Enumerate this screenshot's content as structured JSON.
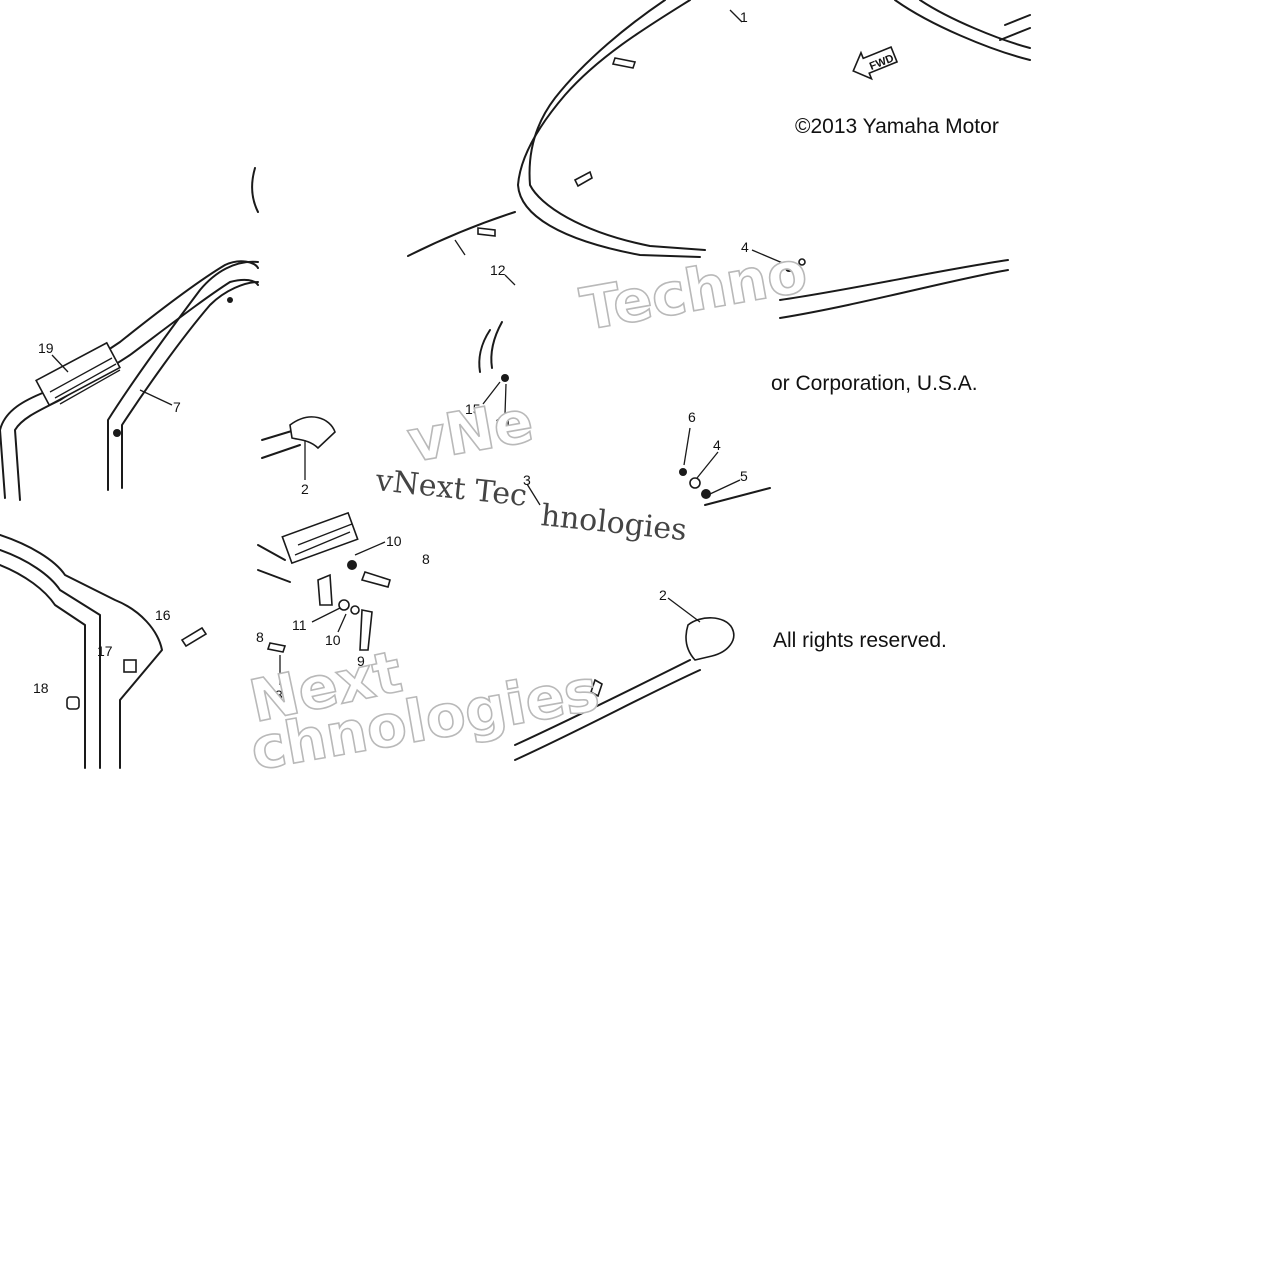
{
  "copyright": {
    "line1": "©2013 Yamaha Motor",
    "line2": "or Corporation, U.S.A.",
    "line3": "All rights reserved."
  },
  "fwd_label": "FWD",
  "watermark": {
    "outline_1": "Techno",
    "outline_2": "Next",
    "outline_3": "chnologies",
    "outline_4": "vNe",
    "serif_1": "vNext Tec",
    "serif_2": "hnologies"
  },
  "callouts": {
    "c1": "1",
    "c2a": "2",
    "c2b": "2",
    "c3a": "3",
    "c3b": "3",
    "c4a": "4",
    "c4b": "4",
    "c5": "5",
    "c6": "6",
    "c7": "7",
    "c8": "8",
    "c9": "9",
    "c10a": "10",
    "c10b": "10",
    "c11": "11",
    "c12": "12",
    "c14": "14",
    "c15": "15",
    "c16": "16",
    "c17": "17",
    "c18": "18",
    "c19": "19",
    "c8b": "8"
  }
}
